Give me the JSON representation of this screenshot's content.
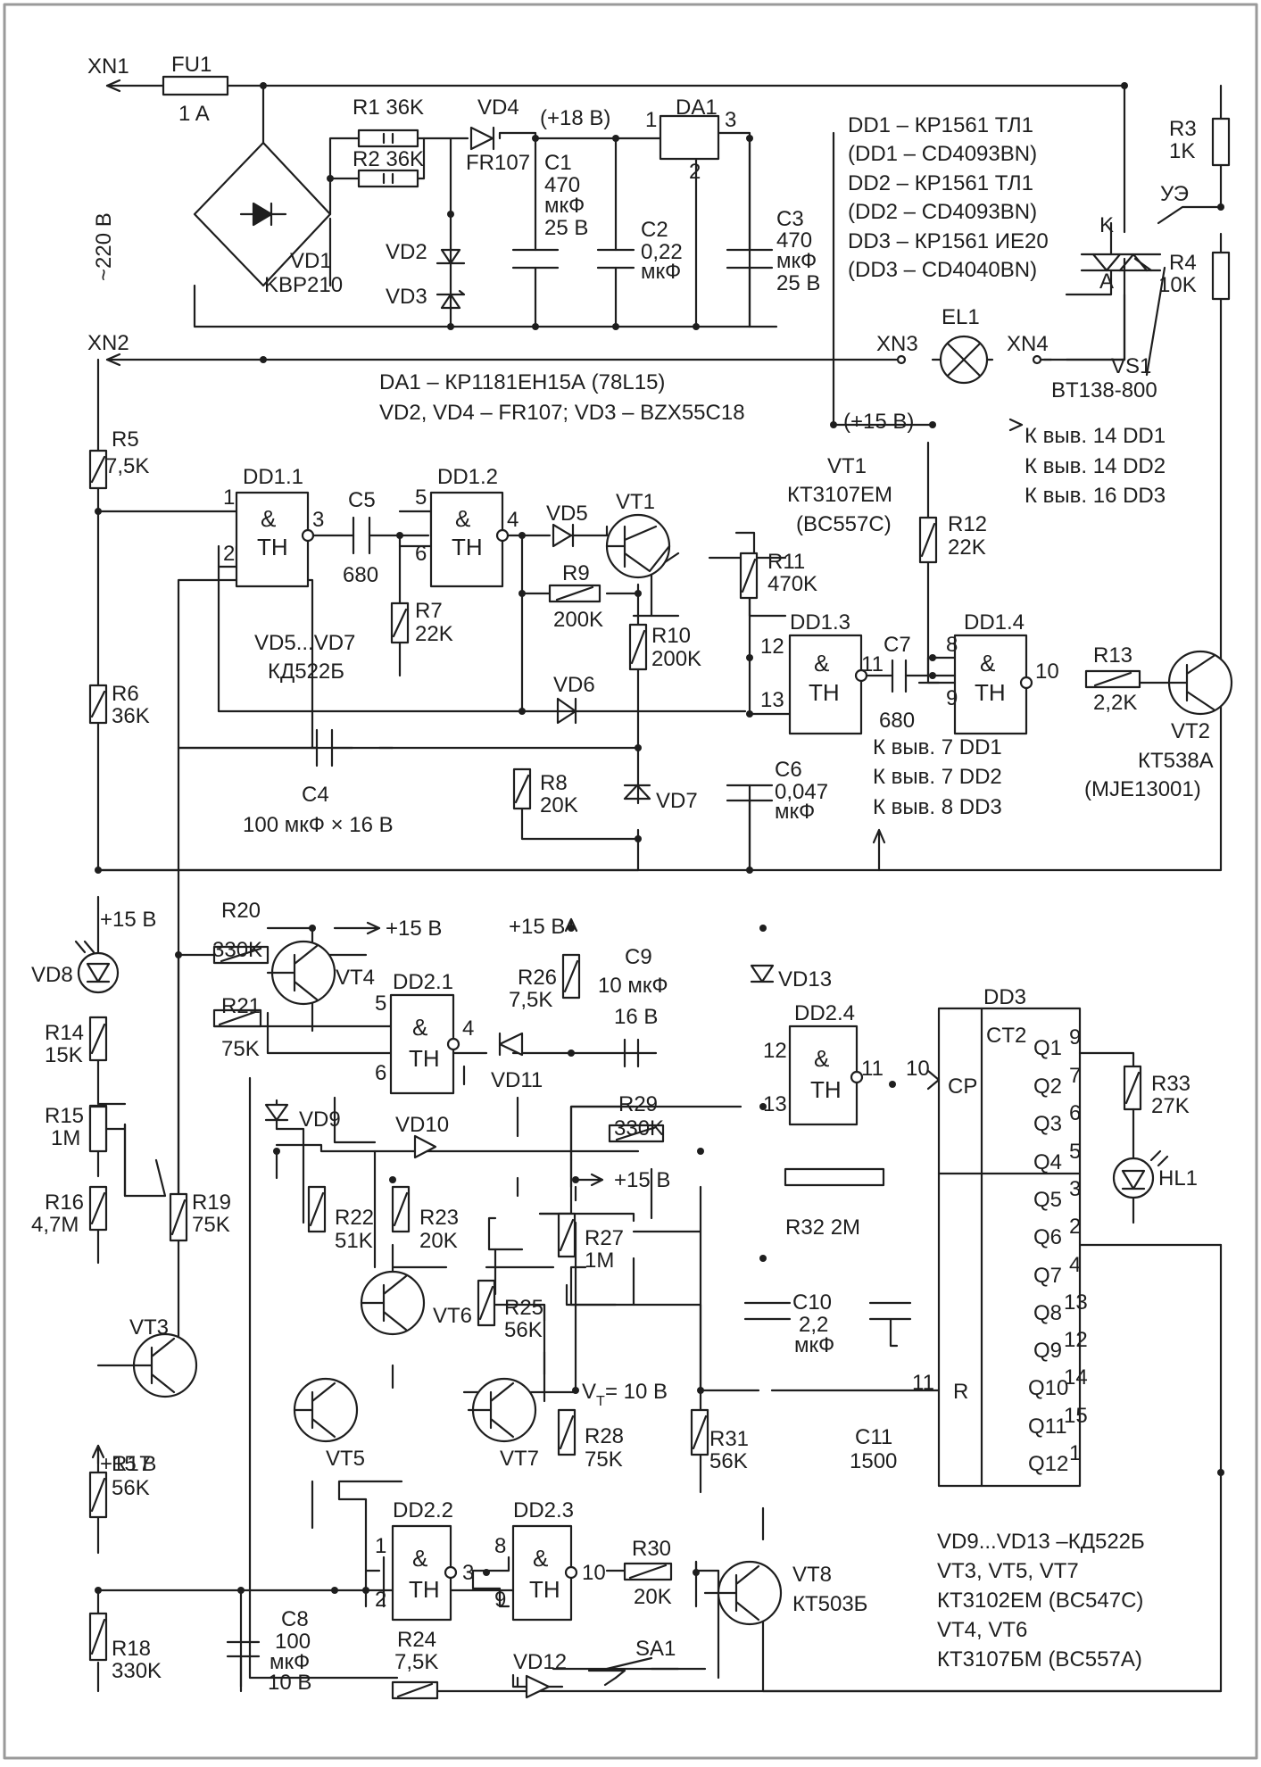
{
  "labels": {
    "XN1": "XN1",
    "XN2": "XN2",
    "XN3": "XN3",
    "XN4": "XN4",
    "FU1": "FU1",
    "FU1_v": "1 A",
    "mains": "~220 В",
    "VD1": "VD1",
    "VD1_type": "KBP210",
    "R1": "R1  36K",
    "R2": "R2  36K",
    "VD4": "VD4",
    "VD4_type": "FR107",
    "plus18": "(+18 В)",
    "C1": "C1",
    "C1_v1": "470",
    "C1_v2": "мкФ",
    "C1_v3": "25 В",
    "DA1": "DA1",
    "pin1": "1",
    "pin2": "2",
    "pin3": "3",
    "C2": "C2",
    "C2_v1": "0,22",
    "C2_v2": "мкФ",
    "C3": "C3",
    "C3_v1": "470",
    "C3_v2": "мкФ",
    "C3_v3": "25 В",
    "VD2": "VD2",
    "VD3": "VD3",
    "legend1": [
      "DD1 – КР1561 ТЛ1",
      "(DD1 – CD4093BN)",
      "DD2 – КР1561 ТЛ1",
      "(DD2 – CD4093BN)",
      "DD3 – КР1561 ИЕ20",
      "(DD3 – CD4040BN)"
    ],
    "R3": "R3",
    "R3_v": "1K",
    "R4": "R4",
    "R4_v": "10K",
    "UE": "УЭ",
    "K": "K",
    "A": "A",
    "EL1": "EL1",
    "VS1": "VS1",
    "VS1_type": "BT138-800",
    "DA1_note": "DA1 – КР1181ЕН15А (78L15)",
    "VD_note": "VD2, VD4 – FR107; VD3 – BZX55C18",
    "plus15": "(+15 В)",
    "to14": [
      "К выв. 14 DD1",
      "К выв. 14 DD2",
      "К выв. 16 DD3"
    ],
    "R5": "R5",
    "R5_v": "7,5K",
    "DD11": "DD1.1",
    "DD12": "DD1.2",
    "DD13": "DD1.3",
    "DD14": "DD1.4",
    "gate_and": "&",
    "gate_th": "TH",
    "C5": "C5",
    "C5_v": "680",
    "R7": "R7",
    "R7_v": "22K",
    "VD5": "VD5",
    "VT1": "VT1",
    "R9": "R9",
    "R9_v": "200K",
    "R11": "R11",
    "R11_v": "470K",
    "VT1_note": [
      "VT1",
      "КТ3107ЕМ",
      "(BC557C)"
    ],
    "R12": "R12",
    "R12_v": "22K",
    "VD57": "VD5...VD7",
    "VD57_type": "КД522Б",
    "R10": "R10",
    "R10_v": "200K",
    "C7": "C7",
    "C7_v": "680",
    "R13": "R13",
    "R13_v": "2,2K",
    "VD6": "VD6",
    "R6": "R6",
    "R6_v": "36K",
    "VT2": "VT2",
    "VT2_type": "КТ538А",
    "VT2_alt": "(MJE13001)",
    "to7": [
      "К выв. 7 DD1",
      "К выв. 7 DD2",
      "К выв. 8 DD3"
    ],
    "C4": "C4",
    "C4_v": "100 мкФ × 16 В",
    "R8": "R8",
    "R8_v": "20K",
    "VD7": "VD7",
    "C6": "C6",
    "C6_v1": "0,047",
    "C6_v2": "мкФ",
    "p15": "+15 В",
    "VD8": "VD8",
    "R20": "R20",
    "R20_v": "330K",
    "VT4": "VT4",
    "R21": "R21",
    "R21_v": "75K",
    "R14": "R14",
    "R14_v": "15K",
    "R15": "R15",
    "R15_v": "1M",
    "R16": "R16",
    "R16_v": "4,7M",
    "R19": "R19",
    "R19_v": "75K",
    "VT3": "VT3",
    "R17": "R17",
    "R17_v": "56K",
    "R18": "R18",
    "R18_v": "330K",
    "DD21": "DD2.1",
    "DD22": "DD2.2",
    "DD23": "DD2.3",
    "DD24": "DD2.4",
    "R26": "R26",
    "R26_v": "7,5K",
    "C9": "C9",
    "C9_v1": "10 мкФ",
    "C9_v2": "16 В",
    "VD11": "VD11",
    "VD9": "VD9",
    "VD10": "VD10",
    "R29": "R29",
    "R29_v": "330K",
    "R22": "R22",
    "R22_v": "51K",
    "R23": "R23",
    "R23_v": "20K",
    "R27": "R27",
    "R27_v": "1M",
    "VT6": "VT6",
    "R25": "R25",
    "R25_v": "56K",
    "VT5": "VT5",
    "VT7": "VT7",
    "VT_eq": "V",
    "VT_sub": "T",
    "VT_val": " = 10 В",
    "R28": "R28",
    "R28_v": "75K",
    "VD13": "VD13",
    "R32": "R32  2M",
    "C10": "C10",
    "C10_v1": "2,2",
    "C10_v2": "мкФ",
    "C11": "C11",
    "C11_v": "1500",
    "R31": "R31",
    "R31_v": "56K",
    "DD3": "DD3",
    "CT2": "CT2",
    "CP": "CP",
    "Rpin": "R",
    "Q": [
      "Q1",
      "Q2",
      "Q3",
      "Q4",
      "Q5",
      "Q6",
      "Q7",
      "Q8",
      "Q9",
      "Q10",
      "Q11",
      "Q12"
    ],
    "Qpins": [
      "9",
      "7",
      "6",
      "5",
      "3",
      "2",
      "4",
      "13",
      "12",
      "14",
      "15",
      "1"
    ],
    "R33": "R33",
    "R33_v": "27K",
    "HL1": "HL1",
    "C8": "C8",
    "C8_v1": "100",
    "C8_v2": "мкФ",
    "C8_v3": "10 В",
    "R24": "R24",
    "R24_v": "7,5K",
    "VD12": "VD12",
    "R30": "R30",
    "R30_v": "20K",
    "VT8": "VT8",
    "VT8_type": "КТ503Б",
    "SA1": "SA1",
    "legend2": [
      "VD9...VD13 –КД522Б",
      "VT3, VT5, VT7",
      "КТ3102ЕМ (BC547C)",
      "VT4, VT6",
      "КТ3107БМ (BC557A)"
    ]
  },
  "pins": {
    "dd11": [
      "1",
      "2",
      "3"
    ],
    "dd12": [
      "5",
      "6",
      "4"
    ],
    "dd13": [
      "12",
      "13",
      "11"
    ],
    "dd14": [
      "8",
      "9",
      "10"
    ],
    "dd21": [
      "5",
      "6",
      "4"
    ],
    "dd22": [
      "1",
      "2",
      "3"
    ],
    "dd23": [
      "8",
      "9",
      "10"
    ],
    "dd24": [
      "12",
      "13",
      "11"
    ],
    "cp": "10",
    "r": "11"
  },
  "colors": {
    "ink": "#1e1e1e",
    "frame": "#9a9a9a",
    "bg": "#ffffff"
  }
}
